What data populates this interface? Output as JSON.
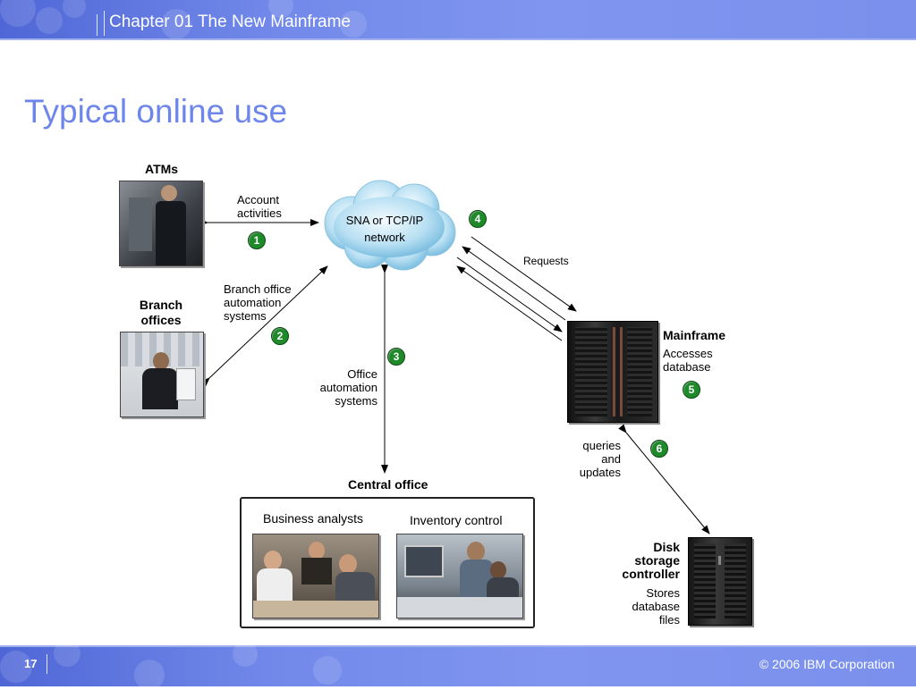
{
  "header": {
    "chapter_title": "Chapter 01 The New Mainframe"
  },
  "slide": {
    "title": "Typical online use"
  },
  "footer": {
    "page_number": "17",
    "copyright": "© 2006 IBM Corporation"
  },
  "diagram": {
    "network_label_line1": "SNA or TCP/IP",
    "network_label_line2": "network",
    "atms": {
      "title": "ATMs",
      "flow_line1": "Account",
      "flow_line2": "activities",
      "step": "1"
    },
    "branch": {
      "title_line1": "Branch",
      "title_line2": "offices",
      "flow_line1": "Branch office",
      "flow_line2": "automation",
      "flow_line3": "systems",
      "step": "2"
    },
    "office": {
      "flow_line1": "Office",
      "flow_line2": "automation",
      "flow_line3": "systems",
      "step": "3"
    },
    "requests": {
      "label": "Requests",
      "step": "4"
    },
    "mainframe": {
      "title": "Mainframe",
      "desc_line1": "Accesses",
      "desc_line2": "database",
      "step": "5"
    },
    "queries": {
      "line1": "queries",
      "line2": "and",
      "line3": "updates",
      "step": "6"
    },
    "central": {
      "title": "Central office",
      "analysts": "Business analysts",
      "inventory": "Inventory control"
    },
    "disk": {
      "title_line1": "Disk",
      "title_line2": "storage",
      "title_line3": "controller",
      "desc_line1": "Stores",
      "desc_line2": "database",
      "desc_line3": "files"
    }
  },
  "colors": {
    "header_blue": "#6f86ea",
    "title_blue": "#6e86ec",
    "badge_green": "#1e8a2a"
  }
}
